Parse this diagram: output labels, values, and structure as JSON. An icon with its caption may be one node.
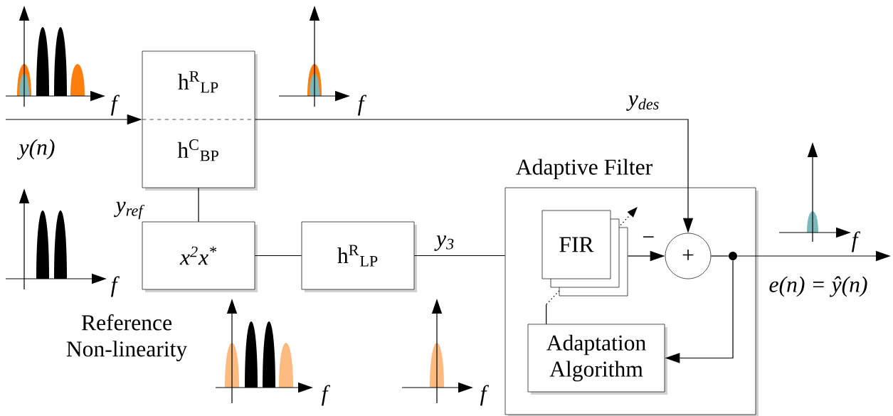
{
  "diagram": {
    "nodes": [
      {
        "text": [
          "h$^{R}$$_{LP}$",
          "h$^{C}$$_{BP}$"
        ]
      },
      {
        "text": [
          "x$^{2}$x$^{*}$"
        ]
      },
      {
        "text": [
          "h$^{R}$$_{LP}$"
        ]
      },
      {
        "text": [
          "Adaptive Filter"
        ]
      },
      {
        "text": [
          "FIR"
        ],
        "in": 3
      },
      {
        "text": [
          "+"
        ],
        "in": 3
      },
      {
        "text": [
          "Adaptation Algorithm"
        ],
        "in": 3
      },
      {
        "text": [],
        "shape": "circle",
        "in": 3
      }
    ],
    "edges": [
      {
        "from": null,
        "to": 0,
        "arrow": "to",
        "label": "y(n)"
      },
      {
        "from": 0,
        "to": 5,
        "arrow": "to",
        "label": "y$_{des}$"
      },
      {
        "from": 0,
        "to": 1,
        "arrow": "none",
        "label": "y$_{ref}$"
      },
      {
        "from": 1,
        "to": 2,
        "arrow": "none"
      },
      {
        "from": 2,
        "to": 3,
        "arrow": "none",
        "label": "y$_{3}$"
      },
      {
        "from": 4,
        "to": 5,
        "arrow": "to",
        "label": "−"
      },
      {
        "from": 5,
        "to": 7,
        "arrow": "none"
      },
      {
        "from": 7,
        "to": null,
        "arrow": "to",
        "label": "e(n) = ŷ(n)"
      },
      {
        "from": 7,
        "to": 6,
        "arrow": "to"
      },
      {
        "from": 6,
        "to": 4,
        "arrow": "none"
      }
    ],
    "labels": [
      "f",
      "f",
      "f",
      "f",
      "Reference Non-linearity",
      "f",
      "f"
    ]
  }
}
